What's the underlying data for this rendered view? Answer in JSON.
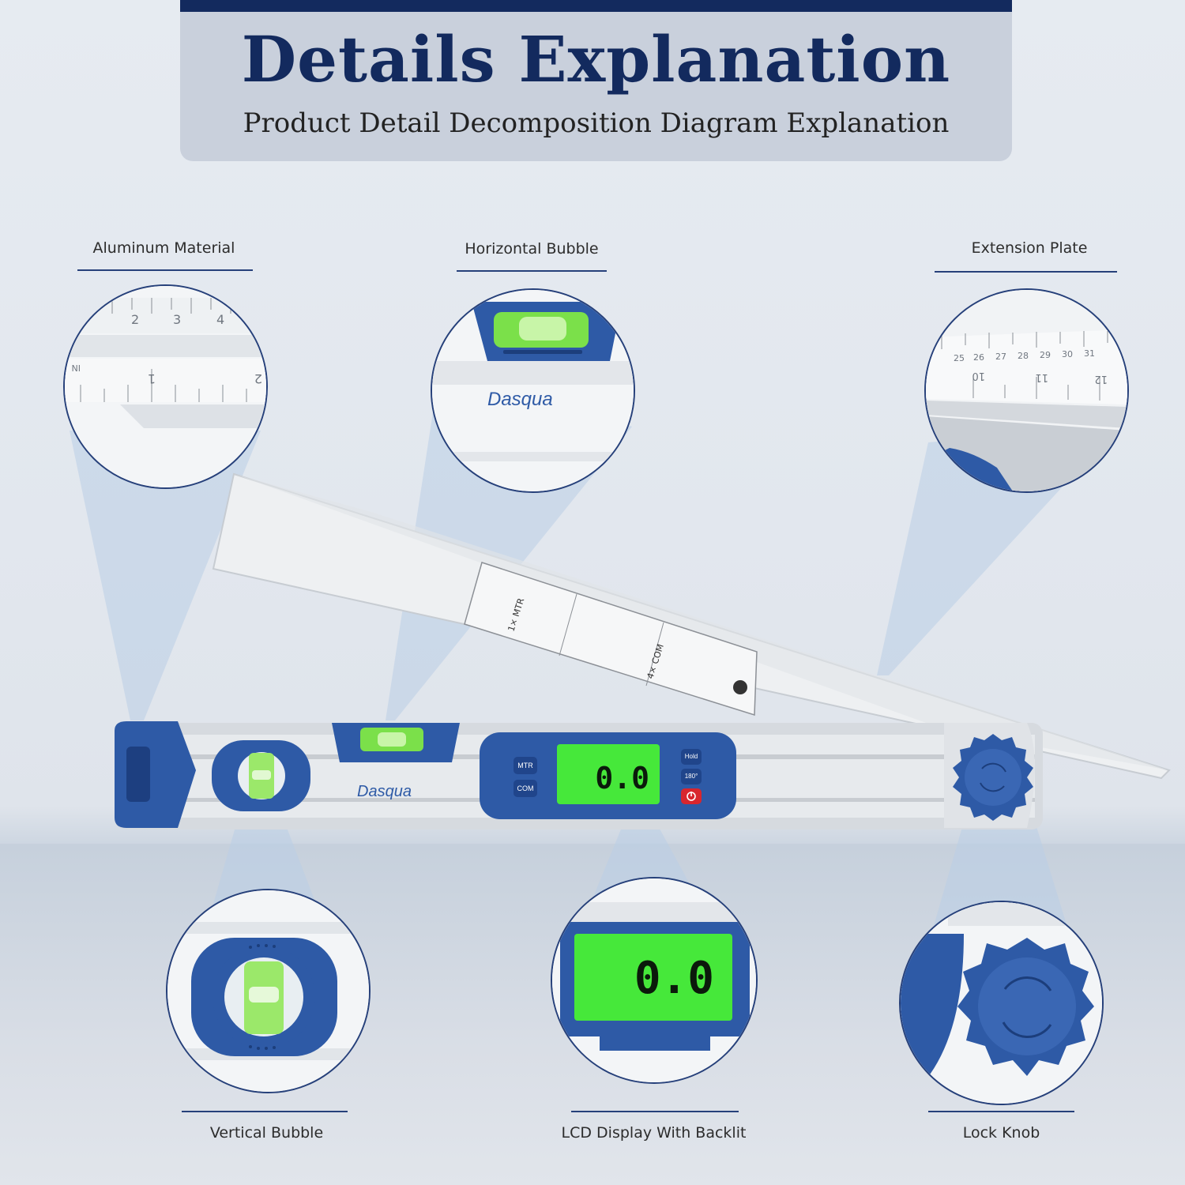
{
  "header": {
    "title": "Details Explanation",
    "subtitle": "Product Detail Decomposition Diagram Explanation"
  },
  "callouts": {
    "aluminum": {
      "label": "Aluminum Material",
      "ruler_numbers": [
        "2",
        "3",
        "4",
        "1",
        "2"
      ],
      "ruler_unit": "IN"
    },
    "horizontal_bubble": {
      "label": "Horizontal Bubble",
      "brand": "Dasqua"
    },
    "extension_plate": {
      "label": "Extension Plate",
      "ruler_top": [
        "25",
        "26",
        "27",
        "28",
        "29",
        "30",
        "31"
      ],
      "ruler_bottom": [
        "10",
        "11",
        "12"
      ]
    },
    "vertical_bubble": {
      "label": "Vertical Bubble"
    },
    "lcd": {
      "label": "LCD Display With Backlit",
      "reading": "0.0"
    },
    "lock_knob": {
      "label": "Lock Knob"
    }
  },
  "product": {
    "brand": "Dasqua",
    "lcd_reading": "0.0",
    "buttons": [
      "MTR",
      "COM",
      "Hold",
      "180°"
    ],
    "plate_labels": [
      "1× MTR",
      "4× COM"
    ]
  },
  "colors": {
    "navy": "#132a5e",
    "tool_blue": "#2e5aa6",
    "lcd_green": "#46e83a",
    "bubble_green": "#7be04a",
    "power_red": "#d8262e"
  }
}
